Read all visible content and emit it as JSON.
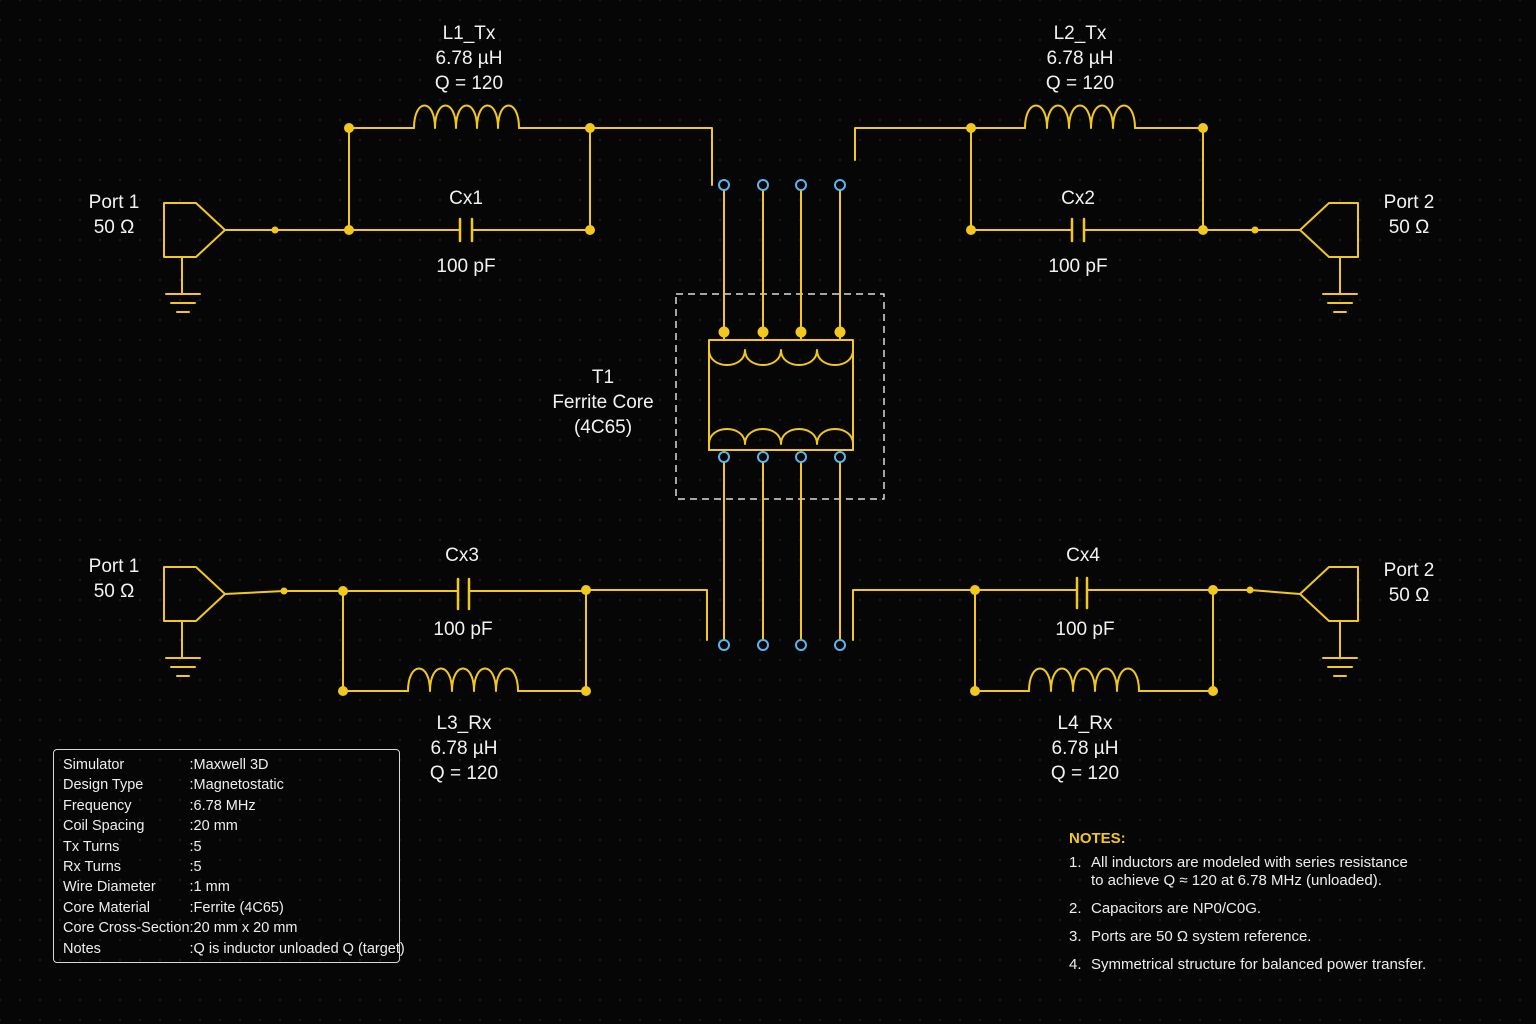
{
  "components": {
    "l1": {
      "name": "L1_Tx",
      "value": "6.78 µH",
      "q": "Q = 120"
    },
    "l2": {
      "name": "L2_Tx",
      "value": "6.78 µH",
      "q": "Q = 120"
    },
    "l3": {
      "name": "L3_Rx",
      "value": "6.78 µH",
      "q": "Q = 120"
    },
    "l4": {
      "name": "L4_Rx",
      "value": "6.78 µH",
      "q": "Q = 120"
    },
    "cx1": {
      "name": "Cx1",
      "value": "100 pF"
    },
    "cx2": {
      "name": "Cx2",
      "value": "100 pF"
    },
    "cx3": {
      "name": "Cx3",
      "value": "100 pF"
    },
    "cx4": {
      "name": "Cx4",
      "value": "100 pF"
    },
    "t1": {
      "name": "T1",
      "line1": "Ferrite Core",
      "line2": "(4C65)"
    }
  },
  "ports": {
    "tl": {
      "name": "Port 1",
      "impedance": "50 Ω"
    },
    "tr": {
      "name": "Port 2",
      "impedance": "50 Ω"
    },
    "bl": {
      "name": "Port 1",
      "impedance": "50 Ω"
    },
    "br": {
      "name": "Port 2",
      "impedance": "50 Ω"
    }
  },
  "specs": [
    {
      "key": "Simulator",
      "value": "Maxwell 3D"
    },
    {
      "key": "Design Type",
      "value": "Magnetostatic"
    },
    {
      "key": "Frequency",
      "value": "6.78 MHz"
    },
    {
      "key": "Coil Spacing",
      "value": "20 mm"
    },
    {
      "key": "Tx Turns",
      "value": "5"
    },
    {
      "key": "Rx Turns",
      "value": "5"
    },
    {
      "key": "Wire Diameter",
      "value": "1 mm"
    },
    {
      "key": "Core Material",
      "value": "Ferrite (4C65)"
    },
    {
      "key": "Core Cross-Section",
      "value": "20 mm x 20 mm"
    },
    {
      "key": "Notes",
      "value": "Q is inductor unloaded Q (target)"
    }
  ],
  "notes": {
    "title": "NOTES:",
    "items": [
      {
        "num": "1.",
        "text": "All inductors are modeled with series resistance\nto achieve Q ≈ 120 at 6.78 MHz (unloaded)."
      },
      {
        "num": "2.",
        "text": "Capacitors are NP0/C0G."
      },
      {
        "num": "3.",
        "text": "Ports are 50 Ω system reference."
      },
      {
        "num": "4.",
        "text": "Symmetrical structure for balanced power transfer."
      }
    ]
  },
  "colors": {
    "wire": "#f2c81e",
    "pin": "#5ab4f0",
    "text": "#f2f2f2",
    "outline": "#dcdcdc"
  }
}
